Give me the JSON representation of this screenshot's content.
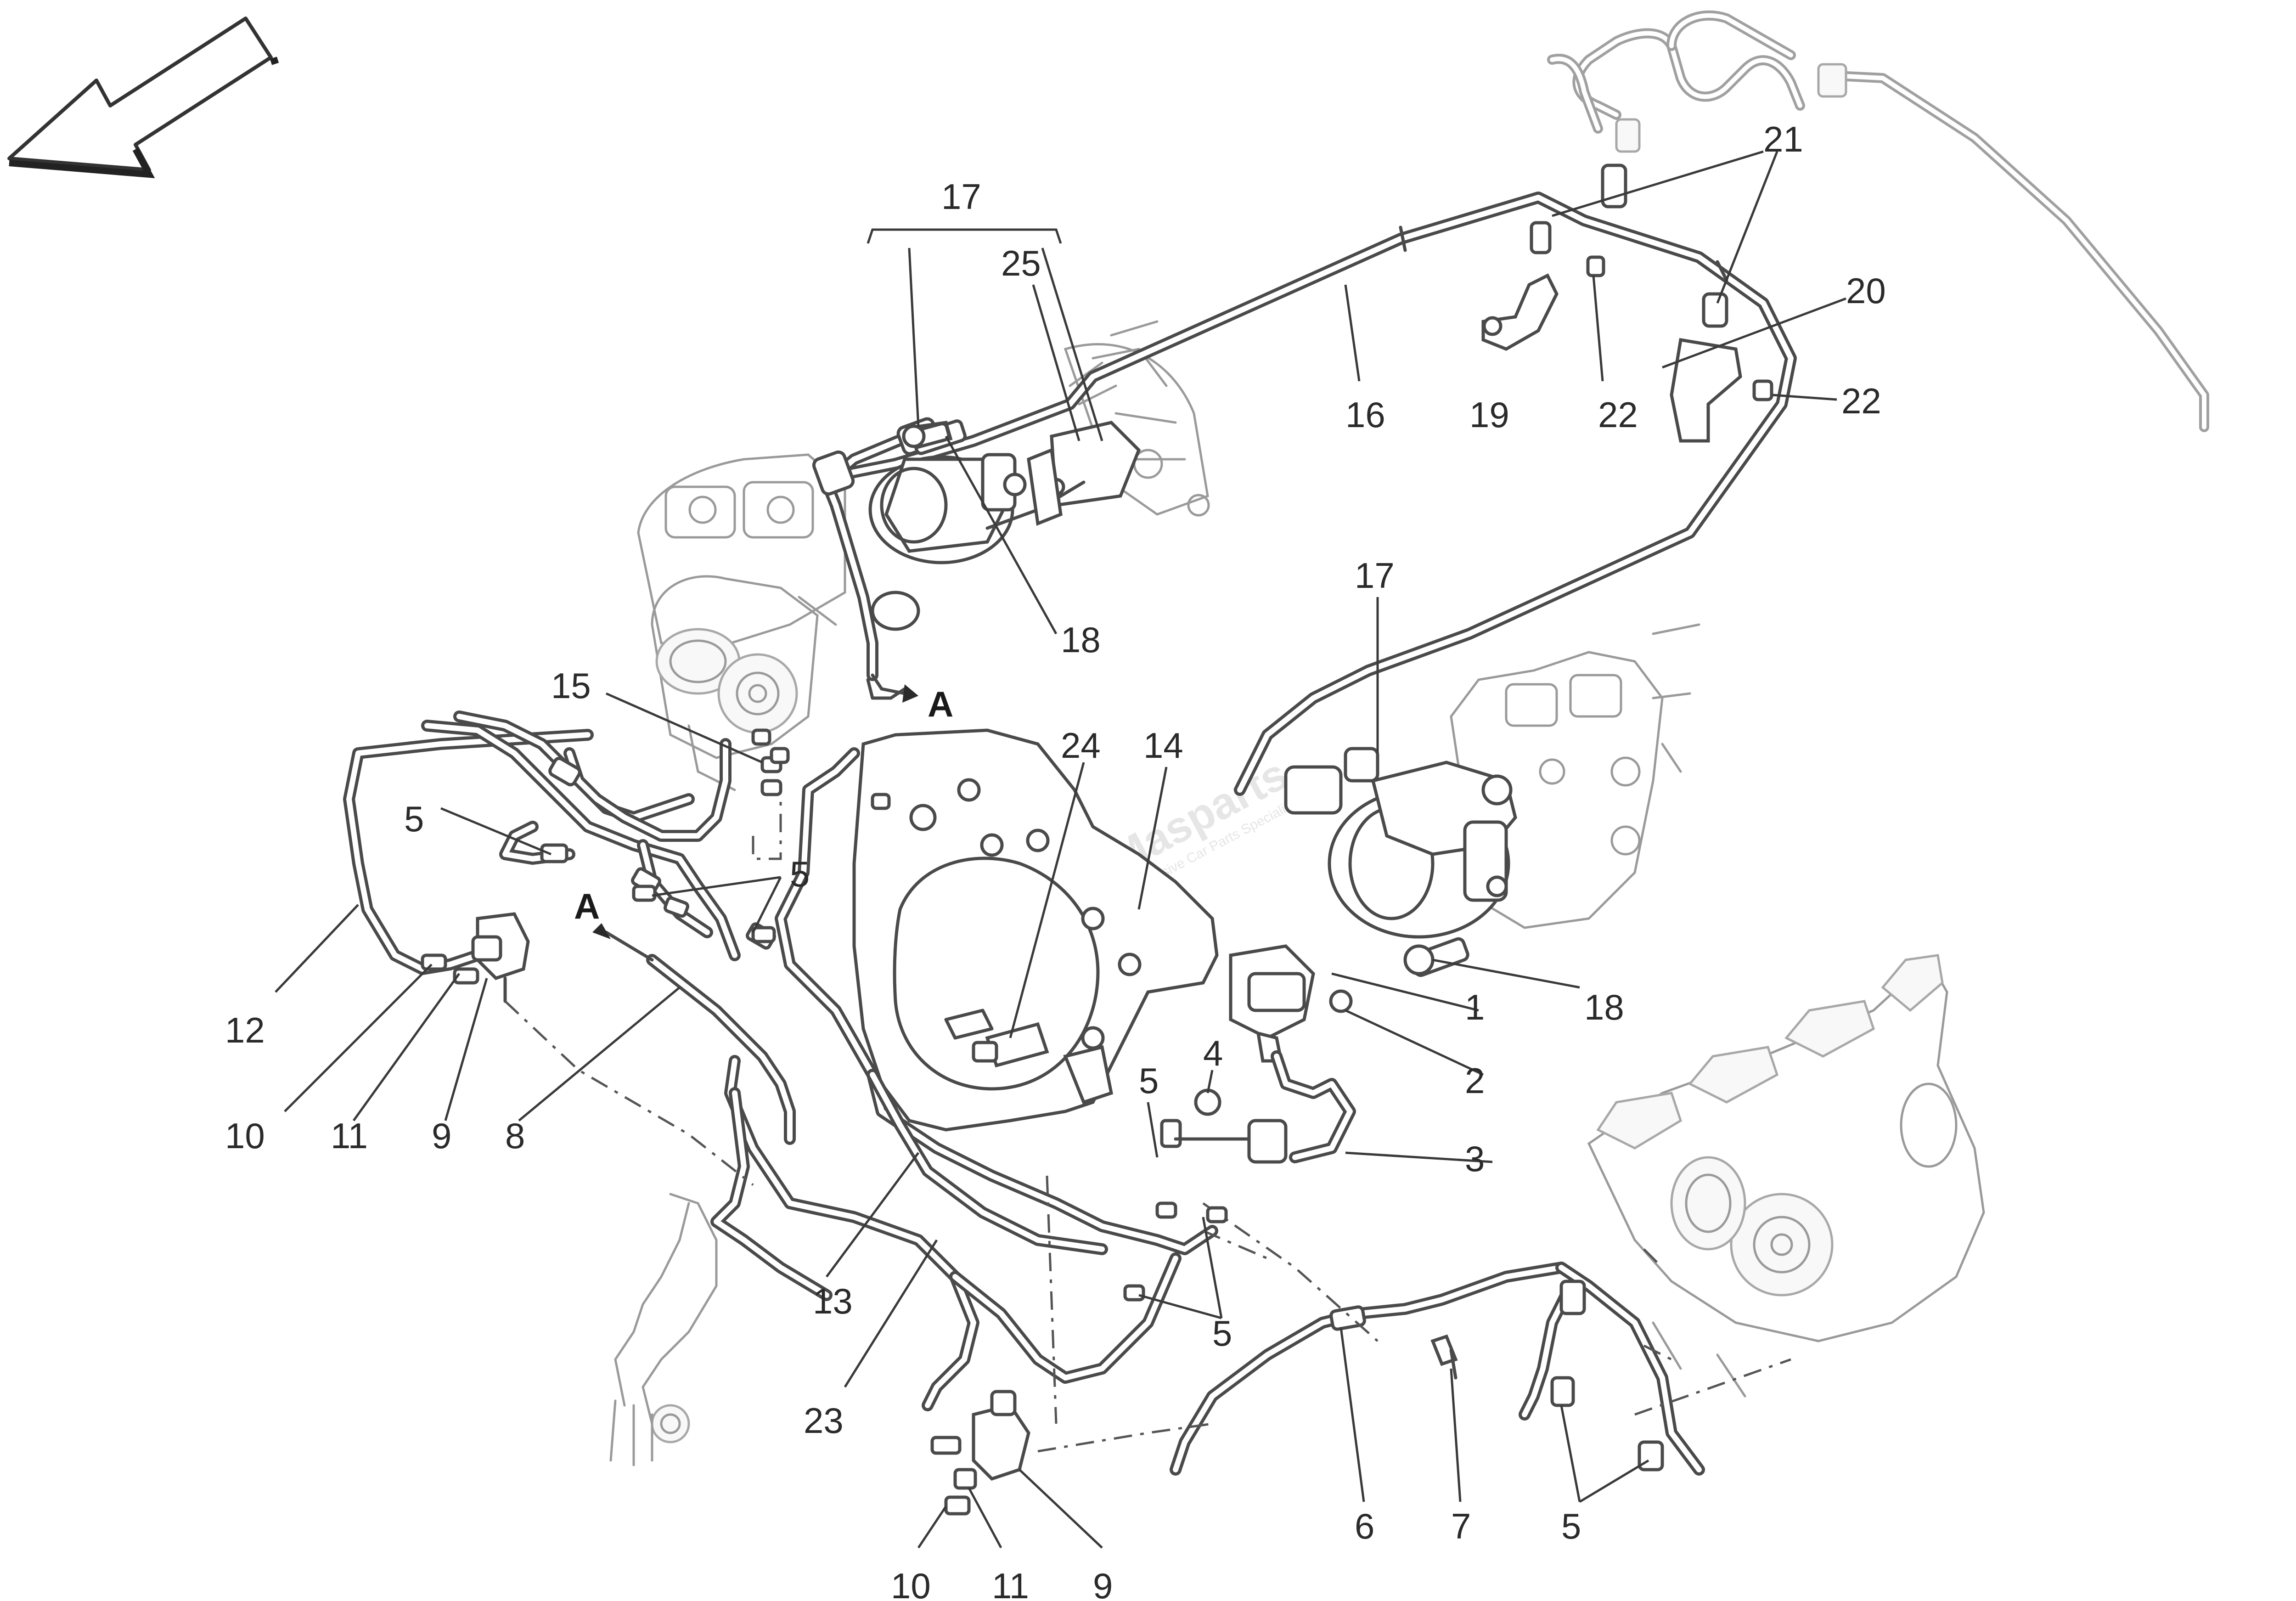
{
  "callouts": {
    "c1": "1",
    "c2": "2",
    "c3": "3",
    "c4": "4",
    "c5a": "5",
    "c5b": "5",
    "c5c": "5",
    "c5d": "5",
    "c5e": "5",
    "c5f": "5",
    "c6": "6",
    "c7": "7",
    "c8": "8",
    "c9a": "9",
    "c9b": "9",
    "c10a": "10",
    "c10b": "10",
    "c11a": "11",
    "c11b": "11",
    "c12": "12",
    "c13": "13",
    "c14": "14",
    "c15": "15",
    "c16": "16",
    "c17a": "17",
    "c17b": "17",
    "c18a": "18",
    "c18b": "18",
    "c19": "19",
    "c20": "20",
    "c21": "21",
    "c22a": "22",
    "c22b": "22",
    "c23": "23",
    "c24": "24",
    "c25": "25"
  },
  "refs": {
    "a1": "A",
    "a2": "A"
  },
  "watermark": {
    "brand": "Masparts",
    "tagline": "Exclusive Car Parts Specialist"
  },
  "colors": {
    "line": "#4a4a4a",
    "ghost": "#9a9a9a",
    "background": "#ffffff"
  }
}
